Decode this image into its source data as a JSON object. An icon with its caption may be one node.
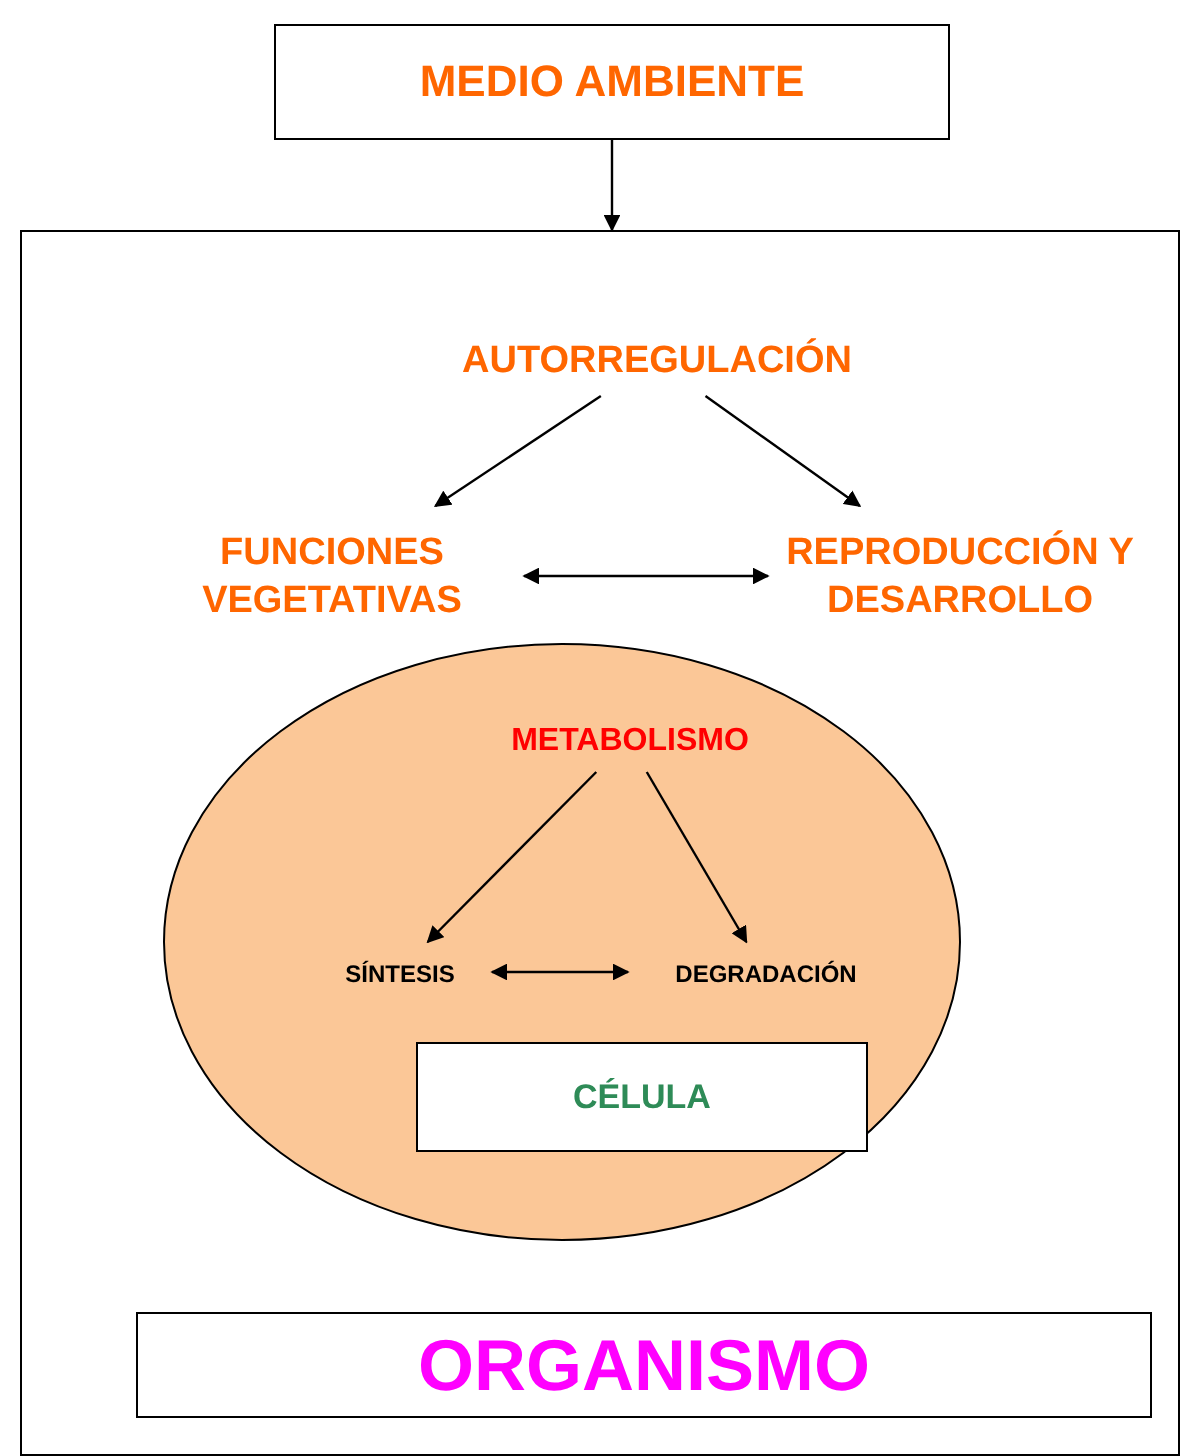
{
  "diagram": {
    "nodes": [
      {
        "text": [
          "MEDIO AMBIENTE"
        ]
      },
      {
        "text": [],
        "shape": "box"
      },
      {
        "text": [
          "AUTORREGULACIÓN"
        ],
        "in": 1
      },
      {
        "text": [
          "FUNCIONES VEGETATIVAS"
        ],
        "in": 1
      },
      {
        "text": [
          "REPRODUCCIÓN Y DESARROLLO"
        ],
        "in": 1
      },
      {
        "text": [],
        "shape": "ellipse",
        "in": 1
      },
      {
        "text": [
          "METABOLISMO"
        ],
        "in": 5
      },
      {
        "text": [
          "SÍNTESIS"
        ],
        "in": 5
      },
      {
        "text": [
          "DEGRADACIÓN"
        ],
        "in": 5
      },
      {
        "text": [
          "CÉLULA"
        ],
        "in": 5
      },
      {
        "text": [
          "ORGANISMO"
        ],
        "in": 1
      }
    ],
    "edges": [
      {
        "from": 0,
        "to": 1,
        "arrow": "to"
      },
      {
        "from": 2,
        "to": 3,
        "arrow": "to"
      },
      {
        "from": 2,
        "to": 4,
        "arrow": "to"
      },
      {
        "from": 3,
        "to": 4,
        "arrow": "both"
      },
      {
        "from": 6,
        "to": 7,
        "arrow": "to"
      },
      {
        "from": 6,
        "to": 8,
        "arrow": "to"
      },
      {
        "from": 7,
        "to": 8,
        "arrow": "both"
      }
    ]
  }
}
